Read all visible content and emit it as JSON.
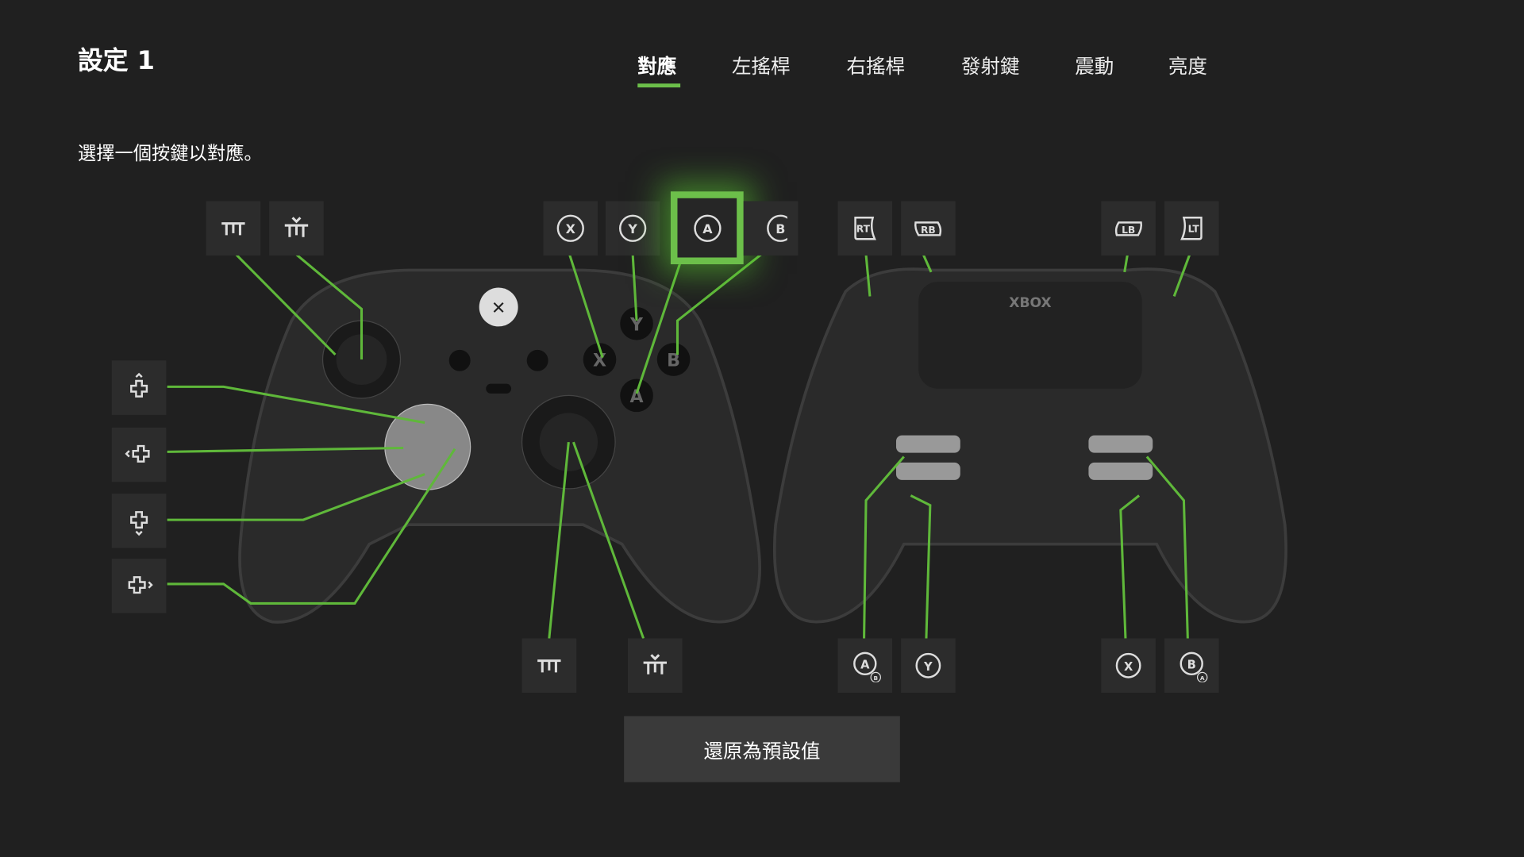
{
  "header": {
    "title": "設定 1"
  },
  "tabs": [
    {
      "label": "對應",
      "active": true
    },
    {
      "label": "左搖桿"
    },
    {
      "label": "右搖桿"
    },
    {
      "label": "發射鍵"
    },
    {
      "label": "震動"
    },
    {
      "label": "亮度"
    }
  ],
  "instruction": "選擇一個按鍵以對應。",
  "buttons": {
    "x": "X",
    "y": "Y",
    "a": "A",
    "b": "B",
    "rt": "RT",
    "rb": "RB",
    "lb": "LB",
    "lt": "LT"
  },
  "paddles": [
    {
      "main": "A",
      "sub": "B"
    },
    {
      "main": "Y"
    },
    {
      "main": "X"
    },
    {
      "main": "B",
      "sub": "A"
    }
  ],
  "controller_logo": "XBOX",
  "reset_label": "還原為預設值",
  "colors": {
    "accent": "#6cbf4a",
    "background": "#202020",
    "tile": "#2c2c2c"
  }
}
